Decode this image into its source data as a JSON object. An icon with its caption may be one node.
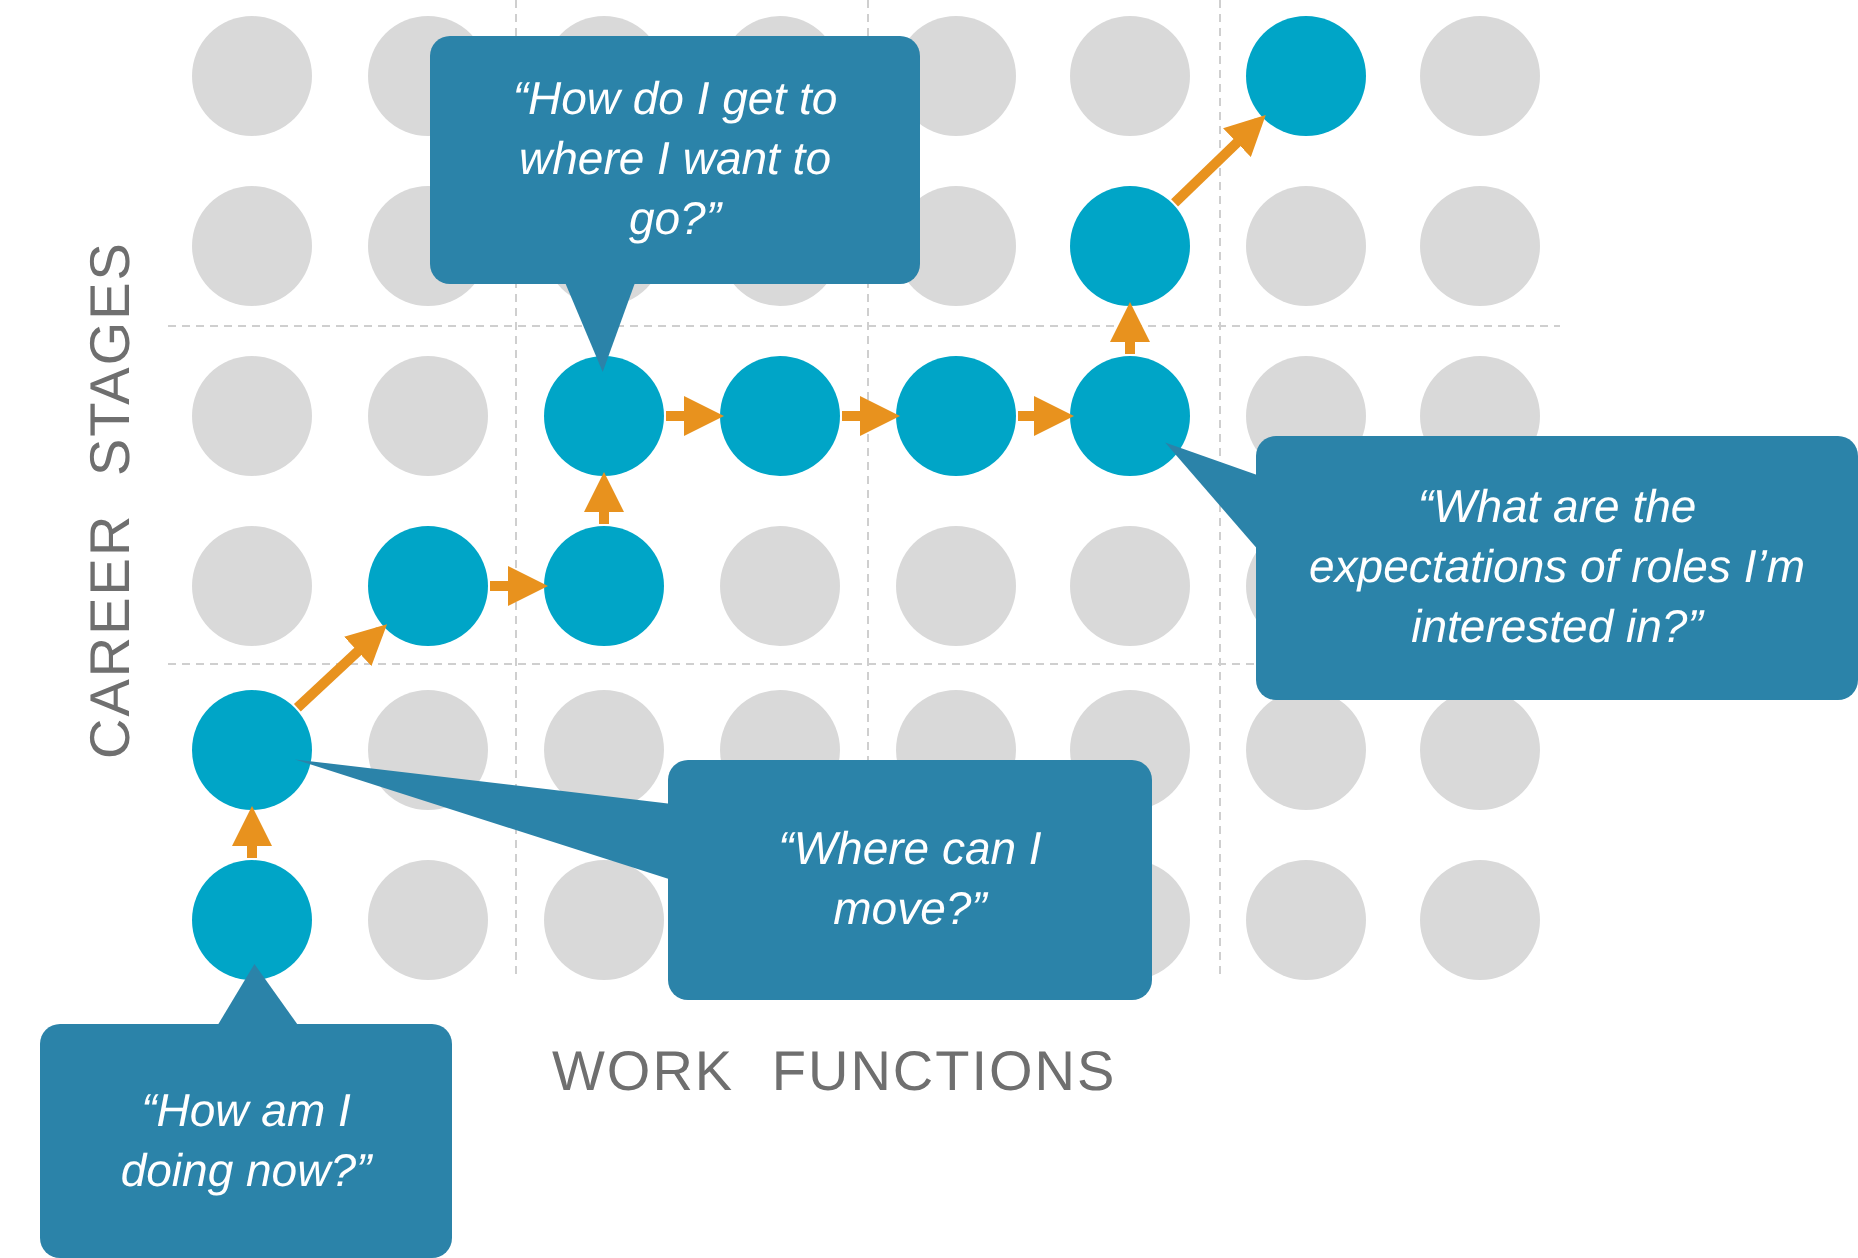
{
  "diagram": {
    "nodes": [
      {
        "text": [],
        "shape": "circle"
      },
      {
        "text": [],
        "shape": "circle"
      },
      {
        "text": [],
        "shape": "circle"
      },
      {
        "text": [],
        "shape": "circle"
      },
      {
        "text": [],
        "shape": "circle"
      },
      {
        "text": [],
        "shape": "circle"
      },
      {
        "text": [],
        "shape": "circle"
      },
      {
        "text": [],
        "shape": "circle"
      },
      {
        "text": [],
        "shape": "circle"
      },
      {
        "text": [],
        "shape": "circle"
      },
      {
        "text": [
          "“How do I get to where I want to go?”"
        ]
      },
      {
        "text": [
          "“What are the expectations of roles I’m interested in?”"
        ]
      },
      {
        "text": [
          "“Where can I move?”"
        ]
      },
      {
        "text": [
          "“How am I doing now?”"
        ]
      }
    ],
    "edges": [
      {
        "from": 0,
        "to": 1,
        "arrow": "to"
      },
      {
        "from": 1,
        "to": 2,
        "arrow": "to"
      },
      {
        "from": 2,
        "to": 3,
        "arrow": "to"
      },
      {
        "from": 3,
        "to": 4,
        "arrow": "to"
      },
      {
        "from": 4,
        "to": 5,
        "arrow": "to"
      },
      {
        "from": 5,
        "to": 6,
        "arrow": "to"
      },
      {
        "from": 6,
        "to": 7,
        "arrow": "to"
      },
      {
        "from": 7,
        "to": 8,
        "arrow": "to"
      },
      {
        "from": 8,
        "to": 9,
        "arrow": "to"
      },
      {
        "from": 10,
        "to": 4,
        "arrow": "to",
        "color": "#2b83a9"
      },
      {
        "from": 11,
        "to": 7,
        "arrow": "to",
        "color": "#2b83a9"
      },
      {
        "from": 12,
        "to": 1,
        "arrow": "to",
        "color": "#2b83a9"
      },
      {
        "from": 13,
        "to": 0,
        "arrow": "to",
        "color": "#2b83a9"
      }
    ],
    "labels": [
      "CAREER STAGES",
      "WORK FUNCTIONS"
    ]
  }
}
